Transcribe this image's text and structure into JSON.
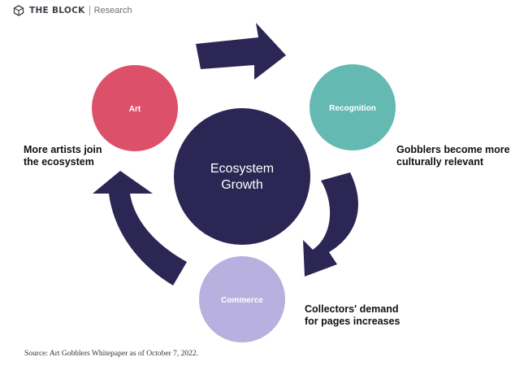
{
  "header": {
    "brand_name": "THE BLOCK",
    "brand_sub": "Research",
    "logo_icon": "cube-icon"
  },
  "diagram": {
    "center": "Ecosystem Growth",
    "center_lines": [
      "Ecosystem",
      "Growth"
    ],
    "nodes": [
      {
        "label": "Art",
        "color": "#dc5169"
      },
      {
        "label": "Recognition",
        "color": "#65b9b3"
      },
      {
        "label": "Commerce",
        "color": "#b8b0de"
      }
    ],
    "captions": {
      "art": [
        "More artists join",
        "the ecosystem"
      ],
      "recognition": [
        "Gobblers become more",
        "culturally relevant"
      ],
      "commerce": [
        "Collectors' demand",
        "for pages increases"
      ]
    },
    "center_color": "#2b2654",
    "arrow_color": "#2b2654"
  },
  "source": "Source: Art Gobblers Whitepaper as of October 7, 2022."
}
